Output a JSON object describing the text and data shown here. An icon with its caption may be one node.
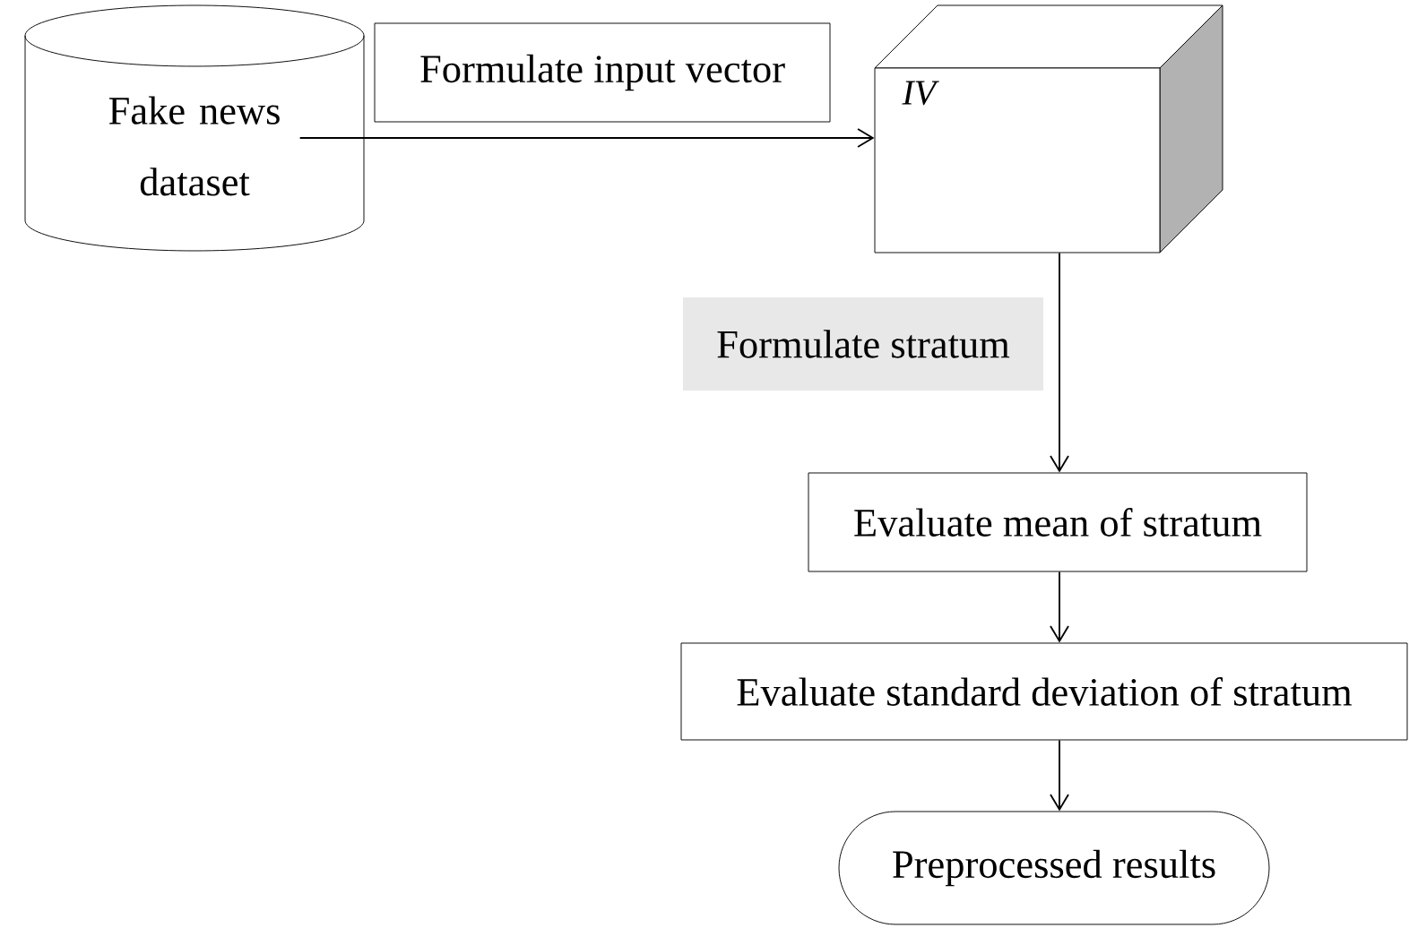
{
  "diagram": {
    "nodes": [
      {
        "text": [
          "Fake news dataset"
        ]
      },
      {
        "text": [
          "Formulate input vector"
        ]
      },
      {
        "text": [
          "IV"
        ]
      },
      {
        "text": [
          "Formulate stratum"
        ]
      },
      {
        "text": [
          "Evaluate mean of stratum"
        ]
      },
      {
        "text": [
          "Evaluate standard deviation of stratum"
        ]
      },
      {
        "text": [
          "Preprocessed results"
        ]
      }
    ],
    "edges": [
      {
        "from": 0,
        "to": 2,
        "arrow": "to"
      },
      {
        "from": 2,
        "to": 4,
        "arrow": "to"
      },
      {
        "from": 4,
        "to": 5,
        "arrow": "to"
      },
      {
        "from": 5,
        "to": 6,
        "arrow": "to"
      }
    ]
  }
}
